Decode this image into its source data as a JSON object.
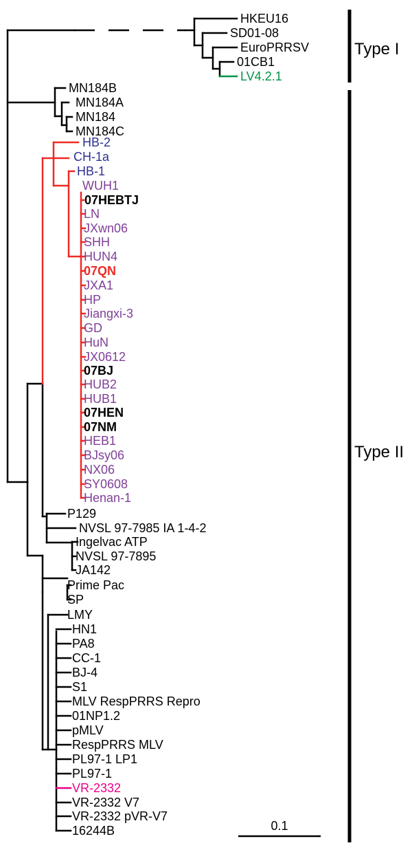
{
  "colors": {
    "black": "#000000",
    "red": "#ee2a24",
    "blue": "#2e3192",
    "purple": "#7f3f98",
    "green": "#009444",
    "magenta": "#ec008c"
  },
  "taxa": [
    {
      "label": "HKEU16",
      "color": "black",
      "bold": false
    },
    {
      "label": "SD01-08",
      "color": "black",
      "bold": false
    },
    {
      "label": "EuroPRRSV",
      "color": "black",
      "bold": false
    },
    {
      "label": "01CB1",
      "color": "black",
      "bold": false
    },
    {
      "label": "LV4.2.1",
      "color": "green",
      "bold": false
    },
    {
      "label": "MN184B",
      "color": "black",
      "bold": false
    },
    {
      "label": "MN184A",
      "color": "black",
      "bold": false
    },
    {
      "label": "MN184",
      "color": "black",
      "bold": false
    },
    {
      "label": "MN184C",
      "color": "black",
      "bold": false
    },
    {
      "label": "HB-2",
      "color": "blue",
      "bold": false
    },
    {
      "label": "CH-1a",
      "color": "blue",
      "bold": false
    },
    {
      "label": "HB-1",
      "color": "blue",
      "bold": false
    },
    {
      "label": "WUH1",
      "color": "purple",
      "bold": false
    },
    {
      "label": "07HEBTJ",
      "color": "black",
      "bold": true
    },
    {
      "label": "LN",
      "color": "purple",
      "bold": false
    },
    {
      "label": "JXwn06",
      "color": "purple",
      "bold": false
    },
    {
      "label": "SHH",
      "color": "purple",
      "bold": false
    },
    {
      "label": "HUN4",
      "color": "purple",
      "bold": false
    },
    {
      "label": "07QN",
      "color": "red",
      "bold": true
    },
    {
      "label": "JXA1",
      "color": "purple",
      "bold": false
    },
    {
      "label": "HP",
      "color": "purple",
      "bold": false
    },
    {
      "label": "Jiangxi-3",
      "color": "purple",
      "bold": false
    },
    {
      "label": "GD",
      "color": "purple",
      "bold": false
    },
    {
      "label": "HuN",
      "color": "purple",
      "bold": false
    },
    {
      "label": "JX0612",
      "color": "purple",
      "bold": false
    },
    {
      "label": "07BJ",
      "color": "black",
      "bold": true
    },
    {
      "label": "HUB2",
      "color": "purple",
      "bold": false
    },
    {
      "label": "HUB1",
      "color": "purple",
      "bold": false
    },
    {
      "label": "07HEN",
      "color": "black",
      "bold": true
    },
    {
      "label": "07NM",
      "color": "black",
      "bold": true
    },
    {
      "label": "HEB1",
      "color": "purple",
      "bold": false
    },
    {
      "label": "BJsy06",
      "color": "purple",
      "bold": false
    },
    {
      "label": "NX06",
      "color": "purple",
      "bold": false
    },
    {
      "label": "SY0608",
      "color": "purple",
      "bold": false
    },
    {
      "label": "Henan-1",
      "color": "purple",
      "bold": false
    },
    {
      "label": "P129",
      "color": "black",
      "bold": false
    },
    {
      "label": "NVSL 97-7985 IA 1-4-2",
      "color": "black",
      "bold": false
    },
    {
      "label": "Ingelvac ATP",
      "color": "black",
      "bold": false
    },
    {
      "label": "NVSL 97-7895",
      "color": "black",
      "bold": false
    },
    {
      "label": "JA142",
      "color": "black",
      "bold": false
    },
    {
      "label": "Prime Pac",
      "color": "black",
      "bold": false
    },
    {
      "label": "SP",
      "color": "black",
      "bold": false
    },
    {
      "label": "LMY",
      "color": "black",
      "bold": false
    },
    {
      "label": "HN1",
      "color": "black",
      "bold": false
    },
    {
      "label": "PA8",
      "color": "black",
      "bold": false
    },
    {
      "label": "CC-1",
      "color": "black",
      "bold": false
    },
    {
      "label": "BJ-4",
      "color": "black",
      "bold": false
    },
    {
      "label": "S1",
      "color": "black",
      "bold": false
    },
    {
      "label": "MLV RespPRRS Repro",
      "color": "black",
      "bold": false
    },
    {
      "label": "01NP1.2",
      "color": "black",
      "bold": false
    },
    {
      "label": "pMLV",
      "color": "black",
      "bold": false
    },
    {
      "label": "RespPRRS MLV",
      "color": "black",
      "bold": false
    },
    {
      "label": "PL97-1 LP1",
      "color": "black",
      "bold": false
    },
    {
      "label": "PL97-1",
      "color": "black",
      "bold": false
    },
    {
      "label": "VR-2332",
      "color": "magenta",
      "bold": false
    },
    {
      "label": "VR-2332 V7",
      "color": "black",
      "bold": false
    },
    {
      "label": "VR-2332 pVR-V7",
      "color": "black",
      "bold": false
    },
    {
      "label": "16244B",
      "color": "black",
      "bold": false
    }
  ],
  "groups": {
    "type1": "Type I",
    "type2": "Type II"
  },
  "scale_bar": {
    "label": "0.1"
  }
}
